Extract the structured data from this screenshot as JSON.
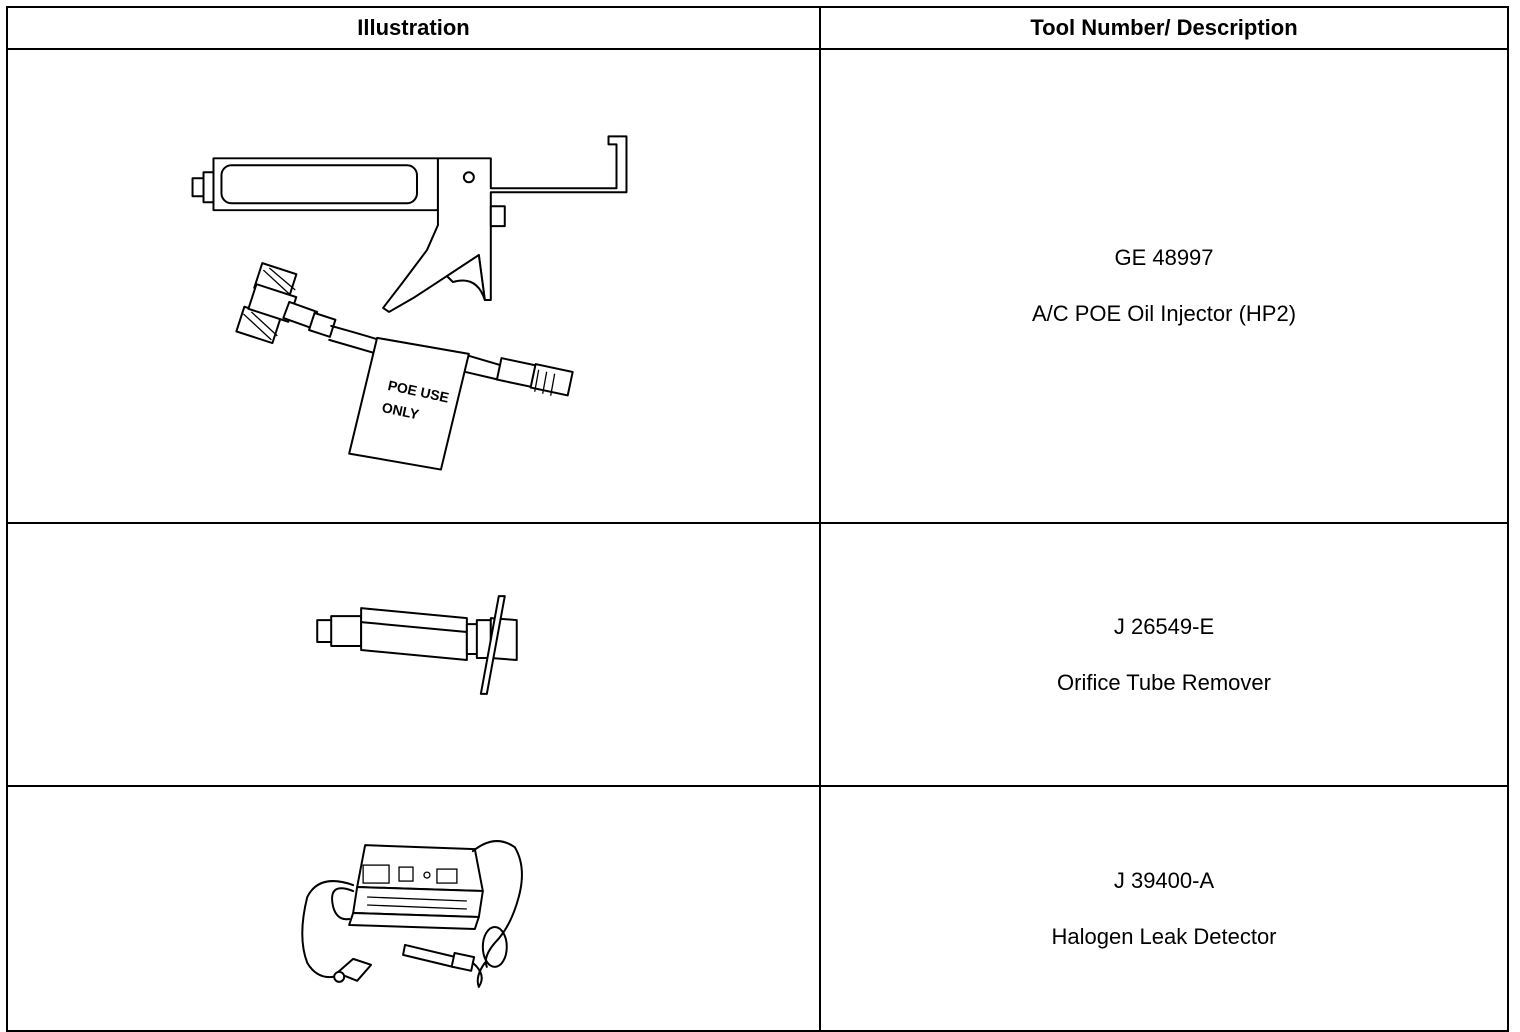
{
  "table": {
    "headers": {
      "illustration": "Illustration",
      "description": "Tool Number/ Description"
    },
    "rows": [
      {
        "tool_number": "GE 48997",
        "description": "A/C POE Oil Injector (HP2)",
        "illustration_text": [
          "POE USE",
          "ONLY"
        ]
      },
      {
        "tool_number": "J 26549-E",
        "description": "Orifice Tube Remover"
      },
      {
        "tool_number": "J 39400-A",
        "description": "Halogen Leak Detector"
      }
    ]
  }
}
